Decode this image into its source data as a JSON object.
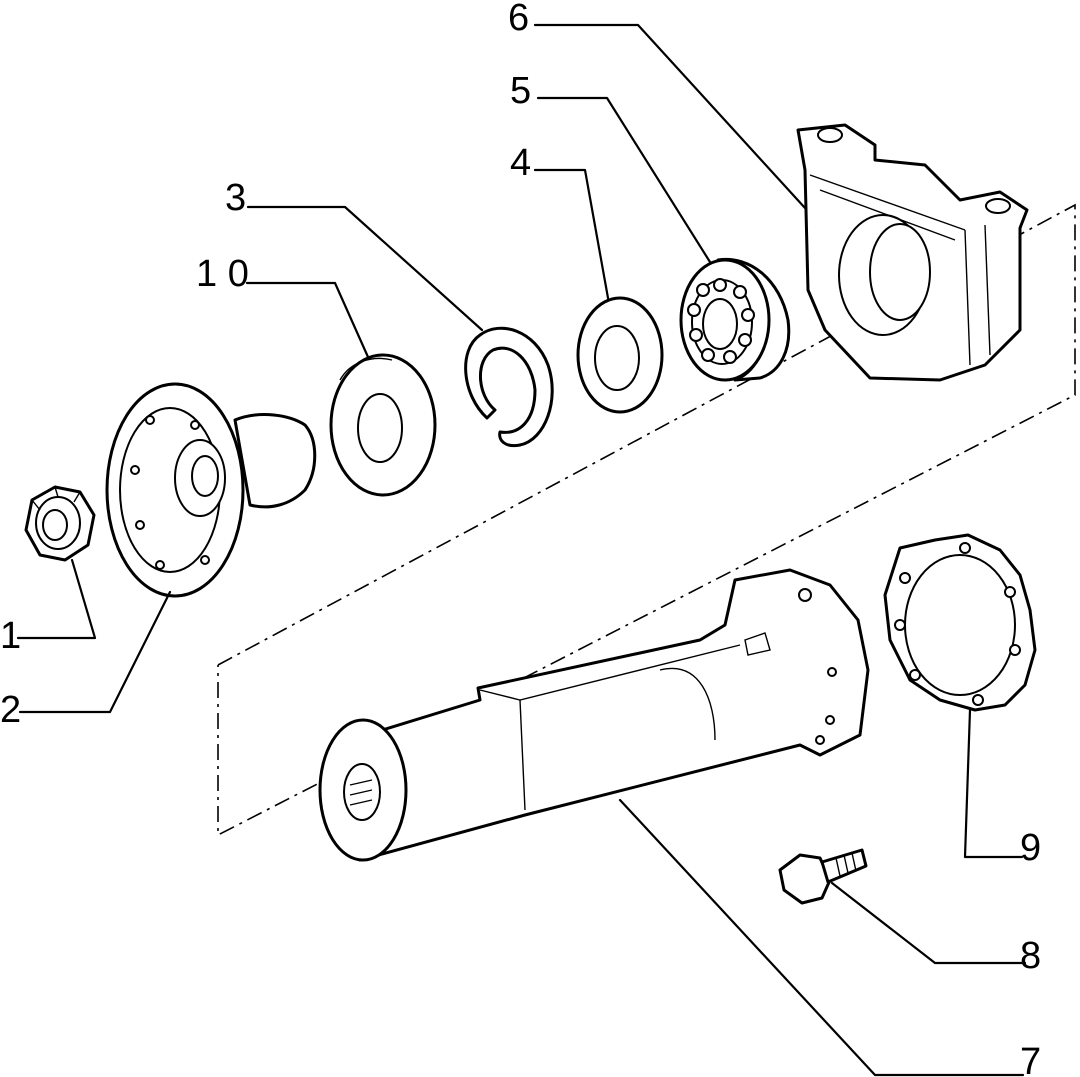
{
  "callouts": [
    {
      "id": "nut",
      "label": "1"
    },
    {
      "id": "flange",
      "label": "2"
    },
    {
      "id": "snap-ring",
      "label": "3"
    },
    {
      "id": "washer",
      "label": "4"
    },
    {
      "id": "bearing",
      "label": "5"
    },
    {
      "id": "bearing-support",
      "label": "6"
    },
    {
      "id": "tube",
      "label": "7"
    },
    {
      "id": "bolt",
      "label": "8"
    },
    {
      "id": "gasket",
      "label": "9"
    },
    {
      "id": "dust-shield",
      "label": "1 0"
    }
  ],
  "colors": {
    "ink": "#000000",
    "paper": "#ffffff"
  }
}
